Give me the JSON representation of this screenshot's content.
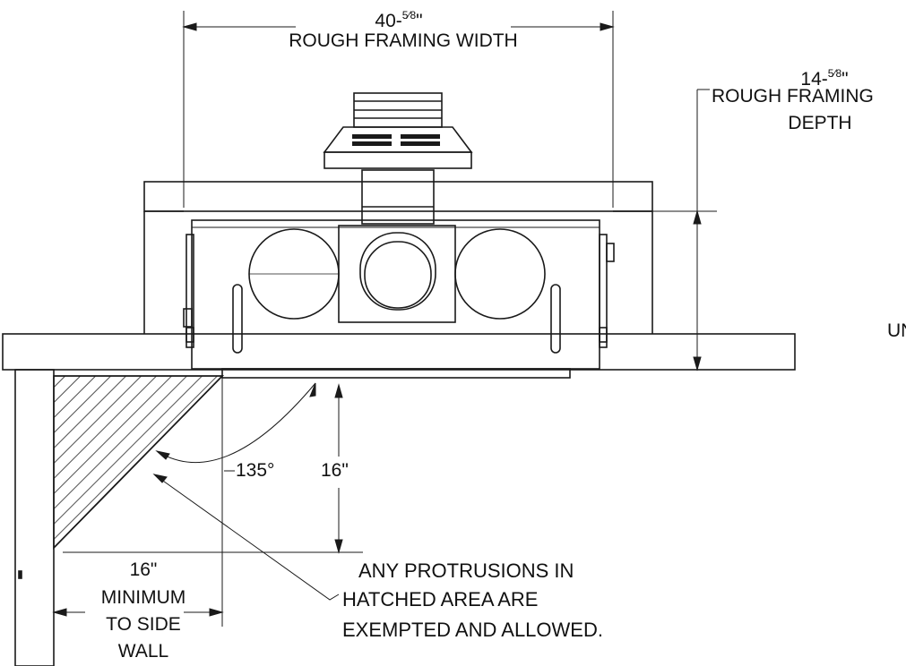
{
  "dimensions": {
    "width_value_whole": "40-",
    "width_value_num": "5",
    "width_value_den": "8",
    "width_value_tail": "\"",
    "width_label": "ROUGH FRAMING WIDTH",
    "depth_value_whole": "14-",
    "depth_value_num": "5",
    "depth_value_den": "8",
    "depth_value_tail": "\"",
    "depth_label_line1": "ROUGH FRAMING",
    "depth_label_line2": "DEPTH",
    "angle": "135°",
    "clearance_below": "16\"",
    "side_wall_value": "16\"",
    "side_wall_line1": "MINIMUM",
    "side_wall_line2": "TO SIDE",
    "side_wall_line3": "WALL"
  },
  "note": {
    "line1": "ANY PROTRUSIONS IN",
    "line2": "HATCHED AREA ARE",
    "line3": "EXEMPTED AND ALLOWED."
  },
  "cut_off_text": "UN"
}
